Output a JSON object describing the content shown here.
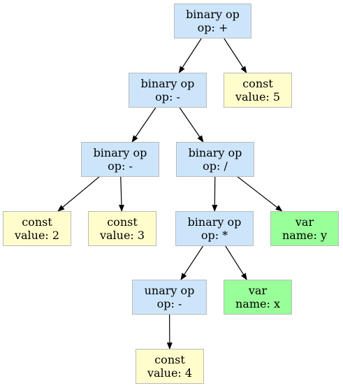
{
  "diagram": {
    "type": "expression-tree",
    "colors": {
      "op_fill": "#cce5fb",
      "const_fill": "#fffdcc",
      "var_fill": "#99ff99",
      "border": "#b9b9b9",
      "edge": "#000000"
    },
    "nodes": [
      {
        "id": "n1",
        "kind": "binary_op",
        "line1": "binary op",
        "line2": "op: +"
      },
      {
        "id": "n2",
        "kind": "binary_op",
        "line1": "binary op",
        "line2": "op: -"
      },
      {
        "id": "n3",
        "kind": "const",
        "line1": "const",
        "line2": "value: 5"
      },
      {
        "id": "n4",
        "kind": "binary_op",
        "line1": "binary op",
        "line2": "op: -"
      },
      {
        "id": "n5",
        "kind": "binary_op",
        "line1": "binary op",
        "line2": "op: /"
      },
      {
        "id": "n6",
        "kind": "const",
        "line1": "const",
        "line2": "value: 2"
      },
      {
        "id": "n7",
        "kind": "const",
        "line1": "const",
        "line2": "value: 3"
      },
      {
        "id": "n8",
        "kind": "binary_op",
        "line1": "binary op",
        "line2": "op: *"
      },
      {
        "id": "n9",
        "kind": "var",
        "line1": "var",
        "line2": "name: y"
      },
      {
        "id": "n10",
        "kind": "unary_op",
        "line1": "unary op",
        "line2": "op: -"
      },
      {
        "id": "n11",
        "kind": "var",
        "line1": "var",
        "line2": "name: x"
      },
      {
        "id": "n12",
        "kind": "const",
        "line1": "const",
        "line2": "value: 4"
      }
    ],
    "edges": [
      {
        "from": "n1",
        "to": "n2"
      },
      {
        "from": "n1",
        "to": "n3"
      },
      {
        "from": "n2",
        "to": "n4"
      },
      {
        "from": "n2",
        "to": "n5"
      },
      {
        "from": "n4",
        "to": "n6"
      },
      {
        "from": "n4",
        "to": "n7"
      },
      {
        "from": "n5",
        "to": "n8"
      },
      {
        "from": "n5",
        "to": "n9"
      },
      {
        "from": "n8",
        "to": "n10"
      },
      {
        "from": "n8",
        "to": "n11"
      },
      {
        "from": "n10",
        "to": "n12"
      }
    ]
  }
}
